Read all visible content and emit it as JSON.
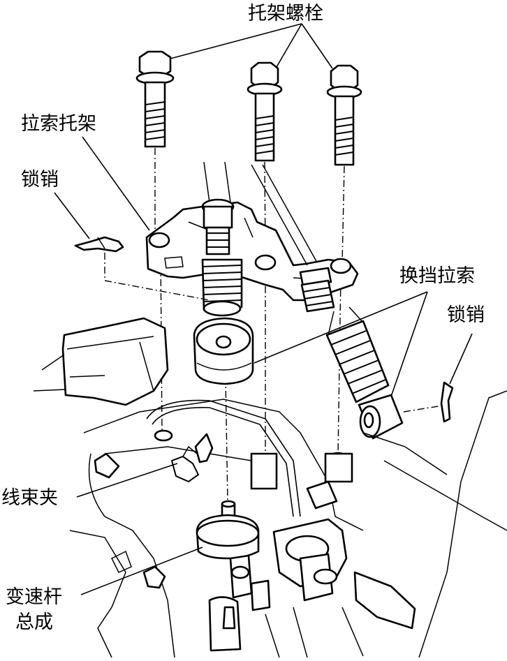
{
  "labels": {
    "bracket_bolts": "托架螺栓",
    "cable_bracket": "拉索托架",
    "lock_pin_left": "锁销",
    "shift_cable": "换挡拉索",
    "lock_pin_right": "锁销",
    "harness_clip": "线束夹",
    "lever_assembly_line1": "变速杆",
    "lever_assembly_line2": "总成"
  }
}
